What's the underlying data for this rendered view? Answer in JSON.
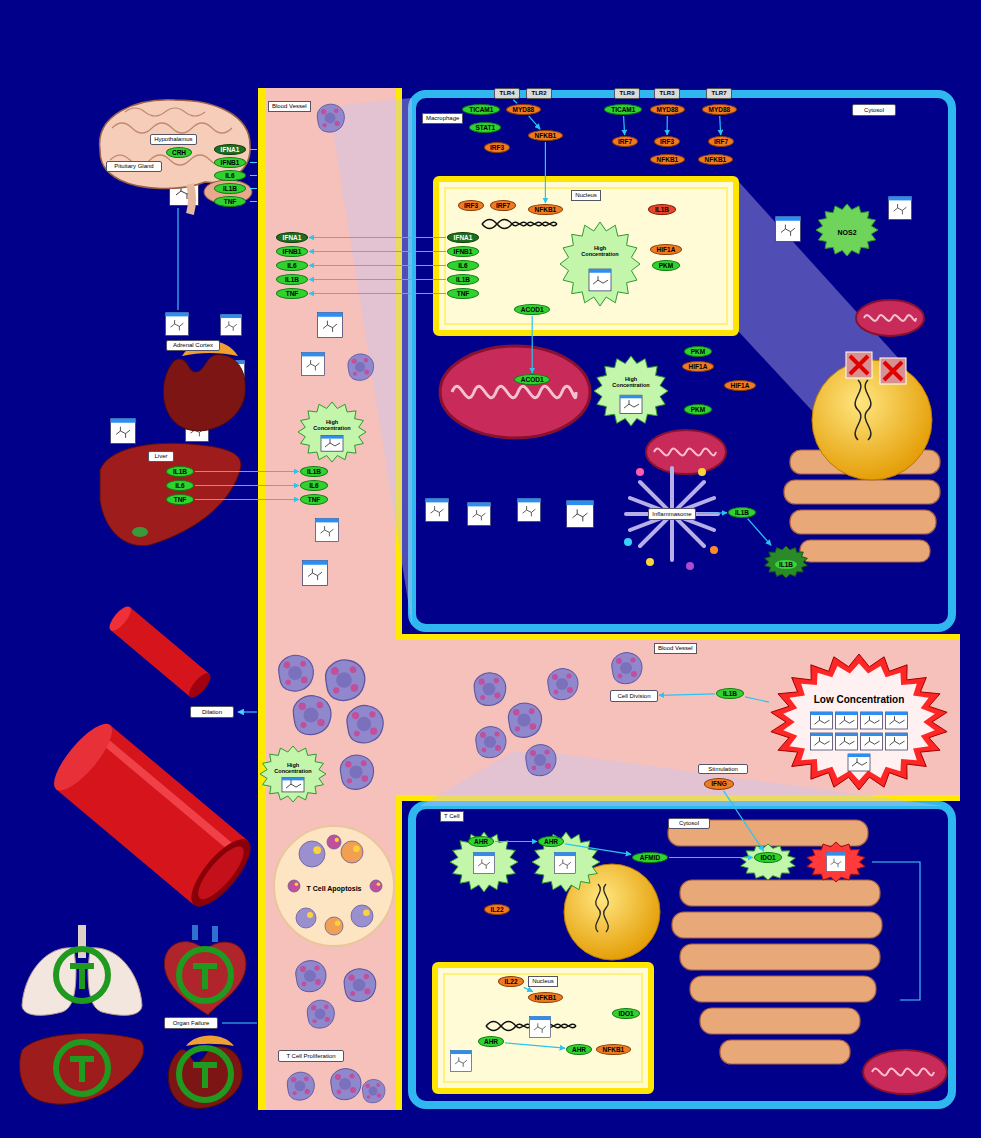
{
  "diagram": {
    "nodes": [
      {
        "text": [
          "Blood Vessel"
        ]
      },
      {
        "text": [
          "Macrophage"
        ]
      },
      {
        "text": [
          "Cytosol"
        ],
        "in": 1
      },
      {
        "text": [
          "Nucleus"
        ],
        "in": 1
      },
      {
        "text": [
          "TLR4"
        ],
        "in": 1
      },
      {
        "text": [
          "TLR2"
        ],
        "in": 1
      },
      {
        "text": [
          "TLR9"
        ],
        "in": 1
      },
      {
        "text": [
          "TLR3"
        ],
        "in": 1
      },
      {
        "text": [
          "TLR7"
        ],
        "in": 1
      },
      {
        "text": [
          "MYD88"
        ],
        "in": 1
      },
      {
        "text": [
          "TICAM1"
        ],
        "in": 1
      },
      {
        "text": [
          "STAT1"
        ],
        "in": 1
      },
      {
        "text": [
          "IRF3"
        ],
        "in": 1
      },
      {
        "text": [
          "NFKB1"
        ],
        "in": 1
      },
      {
        "text": [
          "MYD88"
        ],
        "in": 1
      },
      {
        "text": [
          "TICAM1"
        ],
        "in": 1
      },
      {
        "text": [
          "IRF7"
        ],
        "in": 1
      },
      {
        "text": [
          "IRF3"
        ],
        "in": 1
      },
      {
        "text": [
          "NFKB1"
        ],
        "in": 1
      },
      {
        "text": [
          "MYD88"
        ],
        "in": 1
      },
      {
        "text": [
          "IRF7"
        ],
        "in": 1
      },
      {
        "text": [
          "NFKB1"
        ],
        "in": 1
      },
      {
        "text": [
          "IRF3"
        ],
        "in": 3
      },
      {
        "text": [
          "IRF7"
        ],
        "in": 3
      },
      {
        "text": [
          "NFKB1"
        ],
        "in": 3
      },
      {
        "text": [
          "IFNA1"
        ],
        "in": 3
      },
      {
        "text": [
          "IFNB1"
        ],
        "in": 3
      },
      {
        "text": [
          "IL6"
        ],
        "in": 3
      },
      {
        "text": [
          "IL1B"
        ],
        "in": 3
      },
      {
        "text": [
          "TNF"
        ],
        "in": 3
      },
      {
        "text": [
          "ACOD1"
        ],
        "in": 3
      },
      {
        "text": [
          "High Concentration"
        ],
        "in": 3
      },
      {
        "text": [
          "IL1B"
        ],
        "in": 3
      },
      {
        "text": [
          "HIF1A"
        ],
        "in": 3
      },
      {
        "text": [
          "PKM"
        ],
        "in": 3
      },
      {
        "text": [
          "ACOD1"
        ],
        "in": 1
      },
      {
        "text": [
          "High Concentration"
        ],
        "in": 1
      },
      {
        "text": [
          "PKM"
        ],
        "in": 1
      },
      {
        "text": [
          "HIF1A"
        ],
        "in": 1
      },
      {
        "text": [
          "HIF1A"
        ],
        "in": 1
      },
      {
        "text": [
          "PKM"
        ],
        "in": 1
      },
      {
        "text": [
          "NOS2"
        ],
        "in": 1
      },
      {
        "text": [
          "Inflammasome"
        ],
        "in": 1
      },
      {
        "text": [
          "IL1B"
        ],
        "in": 1
      },
      {
        "text": [
          "IL1B"
        ],
        "in": 1
      },
      {
        "text": [
          "IFNA1"
        ],
        "in": 0
      },
      {
        "text": [
          "IFNB1"
        ],
        "in": 0
      },
      {
        "text": [
          "IL6"
        ],
        "in": 0
      },
      {
        "text": [
          "IL1B"
        ],
        "in": 0
      },
      {
        "text": [
          "TNF"
        ],
        "in": 0
      },
      {
        "text": [
          "High Concentration"
        ],
        "in": 0
      },
      {
        "text": [
          "IL1B"
        ],
        "in": 0
      },
      {
        "text": [
          "IL6"
        ],
        "in": 0
      },
      {
        "text": [
          "TNF"
        ],
        "in": 0
      },
      {
        "text": [
          "High Concentration"
        ],
        "in": 0
      },
      {
        "text": [
          "T Cell Apoptosis"
        ],
        "in": 0
      },
      {
        "text": [
          "T Cell Proliferation"
        ],
        "in": 0
      },
      {
        "text": [
          "Hypothalamus"
        ]
      },
      {
        "text": [
          "Pituitary Gland"
        ]
      },
      {
        "text": [
          "CRH"
        ]
      },
      {
        "text": [
          "IFNA1"
        ]
      },
      {
        "text": [
          "IFNB1"
        ]
      },
      {
        "text": [
          "IL6"
        ]
      },
      {
        "text": [
          "IL1B"
        ]
      },
      {
        "text": [
          "TNF"
        ]
      },
      {
        "text": [
          "Adrenal Cortex"
        ]
      },
      {
        "text": [
          "Liver"
        ]
      },
      {
        "text": [
          "IL1B"
        ]
      },
      {
        "text": [
          "IL6"
        ]
      },
      {
        "text": [
          "TNF"
        ]
      },
      {
        "text": [
          "Dilation"
        ]
      },
      {
        "text": [
          "Organ Failure"
        ]
      },
      {
        "text": [
          "Blood Vessel"
        ]
      },
      {
        "text": [
          "Cell Division"
        ],
        "in": 72
      },
      {
        "text": [
          "IL1B"
        ],
        "in": 72
      },
      {
        "text": [
          "Low Concentration"
        ],
        "in": 72
      },
      {
        "text": [
          "Stimulation"
        ],
        "in": 72
      },
      {
        "text": [
          "IFNG"
        ],
        "in": 72
      },
      {
        "text": [
          "T Cell"
        ]
      },
      {
        "text": [
          "Cytosol"
        ],
        "in": 78
      },
      {
        "text": [
          "Nucleus"
        ],
        "in": 78
      },
      {
        "text": [
          "AHR"
        ],
        "in": 78
      },
      {
        "text": [
          "AHR"
        ],
        "in": 78
      },
      {
        "text": [
          "AFMID"
        ],
        "in": 78
      },
      {
        "text": [
          "IDO1"
        ],
        "in": 78
      },
      {
        "text": [
          "IL22"
        ],
        "in": 78
      },
      {
        "text": [
          "IL22"
        ],
        "in": 80
      },
      {
        "text": [
          "NFKB1"
        ],
        "in": 80
      },
      {
        "text": [
          "AHR"
        ],
        "in": 80
      },
      {
        "text": [
          "AHR"
        ],
        "in": 80
      },
      {
        "text": [
          "NFKB1"
        ],
        "in": 80
      },
      {
        "text": [
          "IDO1"
        ],
        "in": 80
      }
    ],
    "edges": [
      {
        "from": 4,
        "to": 9,
        "arrow": "none"
      },
      {
        "from": 9,
        "to": 13,
        "arrow": "to"
      },
      {
        "from": 13,
        "to": 24,
        "arrow": "to"
      },
      {
        "from": 15,
        "to": 16,
        "arrow": "to"
      },
      {
        "from": 14,
        "to": 17,
        "arrow": "to"
      },
      {
        "from": 19,
        "to": 20,
        "arrow": "to"
      },
      {
        "from": 25,
        "to": 45,
        "arrow": "to"
      },
      {
        "from": 26,
        "to": 46,
        "arrow": "to"
      },
      {
        "from": 27,
        "to": 47,
        "arrow": "to"
      },
      {
        "from": 28,
        "to": 48,
        "arrow": "to"
      },
      {
        "from": 29,
        "to": 49,
        "arrow": "to"
      },
      {
        "from": 30,
        "to": 35,
        "arrow": "to"
      },
      {
        "from": 42,
        "to": 43,
        "arrow": "to"
      },
      {
        "from": 43,
        "to": 44,
        "arrow": "to"
      },
      {
        "from": 67,
        "to": 51,
        "arrow": "to"
      },
      {
        "from": 68,
        "to": 52,
        "arrow": "to"
      },
      {
        "from": 69,
        "to": 53,
        "arrow": "to"
      },
      {
        "from": 74,
        "to": 73,
        "arrow": "to"
      },
      {
        "from": 74,
        "to": 75,
        "arrow": "none"
      },
      {
        "from": 77,
        "to": 84,
        "arrow": "to"
      },
      {
        "from": 81,
        "to": 82,
        "arrow": "to"
      },
      {
        "from": 82,
        "to": 83,
        "arrow": "to"
      },
      {
        "from": 83,
        "to": 84,
        "arrow": "to"
      },
      {
        "from": 86,
        "to": 87,
        "arrow": "to"
      },
      {
        "from": 88,
        "to": 89,
        "arrow": "to"
      }
    ]
  }
}
